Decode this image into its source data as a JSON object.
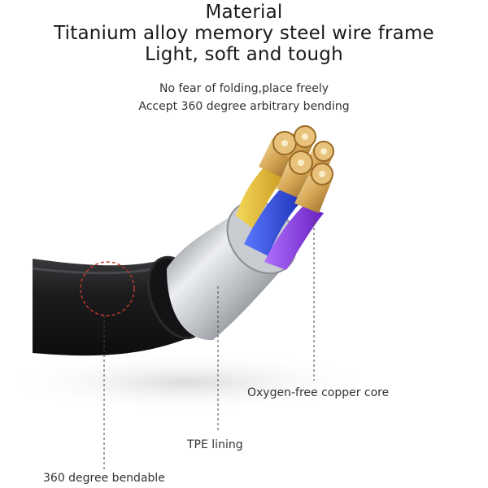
{
  "header": {
    "title": "Material",
    "line_1": "Titanium alloy memory steel wire frame",
    "line_2": "Light, soft and tough"
  },
  "subtitle": {
    "line_1": "No fear of folding,place freely",
    "line_2": "Accept 360 degree arbitrary bending"
  },
  "callouts": {
    "core": "Oxygen-free copper core",
    "lining": "TPE lining",
    "bendable": "360 degree bendable"
  },
  "colors": {
    "jacket": "#1b1b1d",
    "sleeve": "#a9acb1",
    "copper": "#d7a857",
    "wire_yellow": "#e5c13a",
    "wire_blue": "#2f4fe0",
    "wire_purple": "#8a34d8",
    "dashed_circle": "#c0392b"
  }
}
